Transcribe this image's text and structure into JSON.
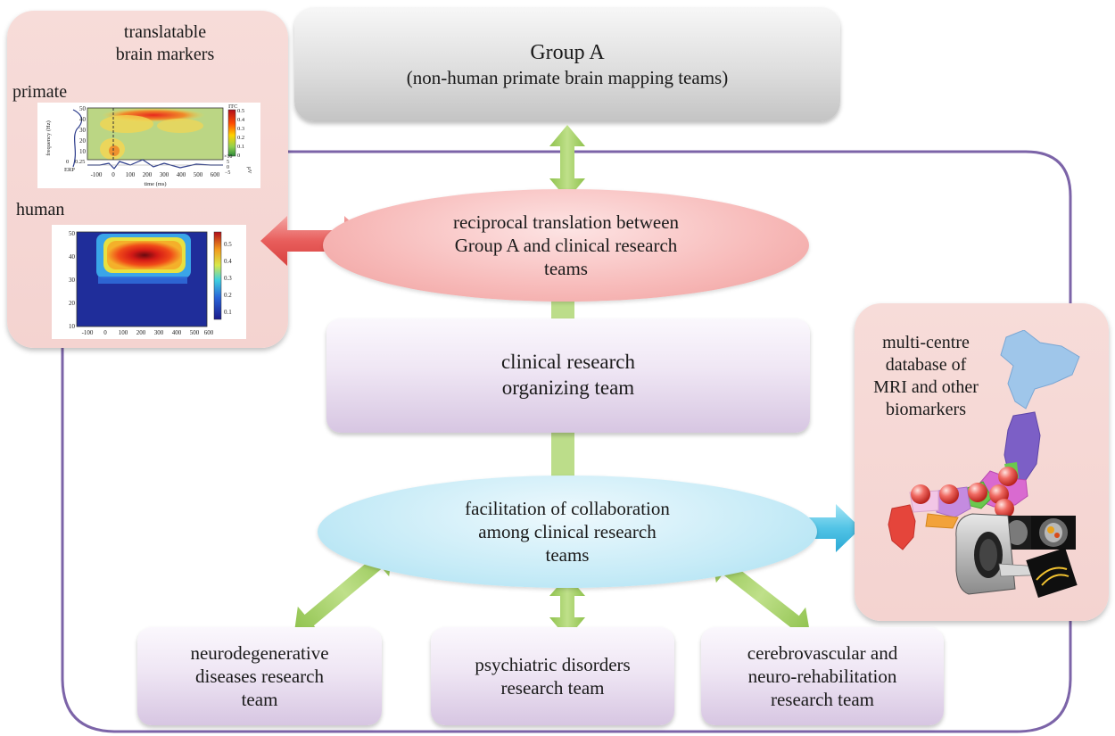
{
  "group_a": {
    "title": "Group A",
    "subtitle": "(non-human  primate  brain mapping teams)"
  },
  "brain_markers": {
    "title_line1": "translatable",
    "title_line2": "brain markers",
    "primate_label": "primate",
    "human_label": "human",
    "primate_plot": {
      "y_label": "frequency (Hz)",
      "y_ticks": [
        "50",
        "40",
        "30",
        "20",
        "10"
      ],
      "x_ticks": [
        "-100",
        "0",
        "100",
        "200",
        "300",
        "400",
        "500",
        "600"
      ],
      "x_label": "time (ms)",
      "colorbar_title": "ITC",
      "colorbar_ticks": [
        "0.5",
        "0.4",
        "0.3",
        "0.2",
        "0.1",
        "0"
      ],
      "erp_label": "ERP",
      "erp_side_ticks": [
        "0",
        "0.25"
      ],
      "erp_scale": "×10",
      "erp_ticks": [
        "5",
        "0",
        "−5"
      ],
      "erp_unit": "μV"
    },
    "human_plot": {
      "y_ticks": [
        "50",
        "40",
        "30",
        "20",
        "10"
      ],
      "x_ticks": [
        "-100",
        "0",
        "100",
        "200",
        "300",
        "400",
        "500",
        "600"
      ],
      "colorbar_ticks": [
        "0.5",
        "0.4",
        "0.3",
        "0.2",
        "0.1"
      ]
    }
  },
  "reciprocal": {
    "line1": "reciprocal translation  between",
    "line2": "Group A and clinical research",
    "line3": "teams"
  },
  "organizing": {
    "line1": "clinical research",
    "line2": "organizing team"
  },
  "facilitation": {
    "line1": "facilitation of collaboration",
    "line2": "among clinical research",
    "line3": "teams"
  },
  "database": {
    "line1": "multi-centre",
    "line2": "database of",
    "line3": "MRI and other",
    "line4": "biomarkers"
  },
  "teams": [
    {
      "line1": "neurodegenerative",
      "line2": "diseases research",
      "line3": "team"
    },
    {
      "line1": "psychiatric disorders",
      "line2": "research team",
      "line3": ""
    },
    {
      "line1": "cerebrovascular and",
      "line2": "neuro-rehabilitation",
      "line3": "research team"
    }
  ],
  "colors": {
    "frame": "#7c64a8",
    "green_arrow": "#a9d36a",
    "red_arrow": "#ea6a68",
    "cyan_arrow": "#56c7e8",
    "lavender": "#e3d6ec",
    "pink_panel": "#f5d6d3"
  }
}
